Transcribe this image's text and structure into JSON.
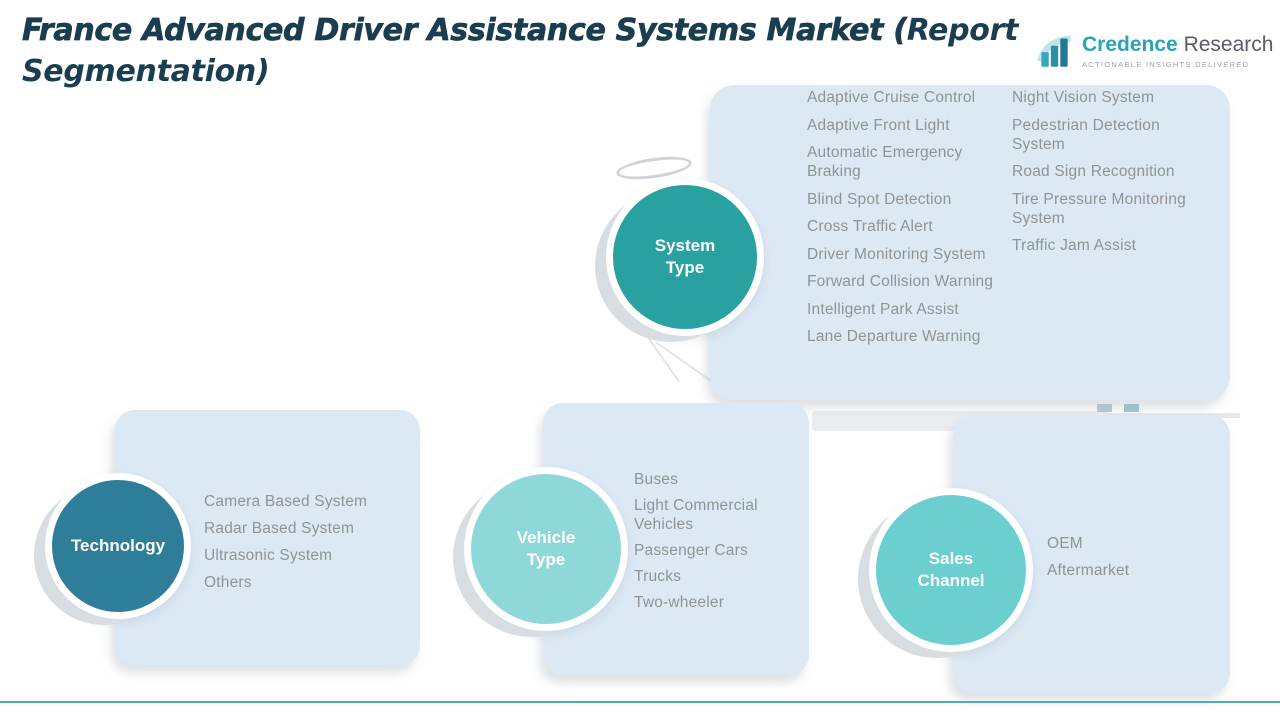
{
  "slide": {
    "title_main": "France Advanced Driver Assistance Systems Market (",
    "title_suffix": "Report Segmentation)"
  },
  "logo": {
    "brand_primary": "Credence",
    "brand_secondary": "Research",
    "tagline": "Actionable Insights Delivered",
    "icon": "bar-chart-icon"
  },
  "colors": {
    "title_text": "#1a3d4f",
    "panel_background": "#dce9f4",
    "system_type_circle": "#2aa1a1",
    "technology_circle": "#2e7e99",
    "vehicle_type_circle": "#8fd8da",
    "sales_channel_circle": "#6ccfcf",
    "list_text": "#909396",
    "accent_line": "#4fb0aa",
    "brand_teal": "#2aa3b8"
  },
  "segments": {
    "system_type": {
      "label": "System Type",
      "items_col1": [
        "Adaptive Cruise Control",
        "Adaptive Front Light",
        "Automatic Emergency Braking",
        "Blind Spot Detection",
        "Cross Traffic Alert",
        "Driver Monitoring System",
        "Forward Collision Warning",
        "Intelligent Park Assist",
        "Lane Departure Warning"
      ],
      "items_col2": [
        "Night Vision System",
        "Pedestrian Detection System",
        "Road Sign Recognition",
        "Tire Pressure Monitoring System",
        "Traffic Jam Assist"
      ]
    },
    "technology": {
      "label": "Technology",
      "items": [
        "Camera Based System",
        "Radar Based System",
        "Ultrasonic System",
        "Others"
      ]
    },
    "vehicle_type": {
      "label": "Vehicle Type",
      "items": [
        "Buses",
        "Light Commercial Vehicles",
        "Passenger Cars",
        "Trucks",
        "Two-wheeler"
      ]
    },
    "sales_channel": {
      "label": "Sales Channel",
      "items": [
        "OEM",
        "Aftermarket"
      ]
    }
  }
}
